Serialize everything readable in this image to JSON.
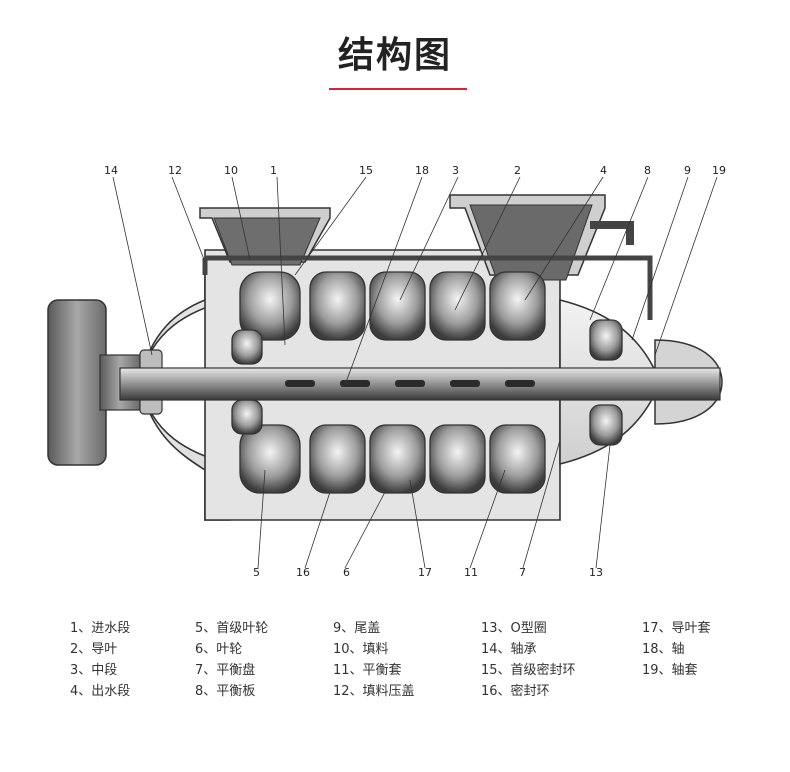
{
  "title": "结构图",
  "accent_color": "#d8223a",
  "callouts": [
    "14",
    "12",
    "10",
    "1",
    "15",
    "18",
    "3",
    "2",
    "4",
    "8",
    "9",
    "19",
    "5",
    "16",
    "6",
    "17",
    "11",
    "7",
    "13"
  ],
  "legend": [
    [
      "1、进水段",
      "2、导叶",
      "3、中段",
      "4、出水段"
    ],
    [
      "5、首级叶轮",
      "6、叶轮",
      "7、平衡盘",
      "8、平衡板"
    ],
    [
      "9、尾盖",
      "10、填料",
      "11、平衡套",
      "12、填料压盖"
    ],
    [
      "13、O型圈",
      "14、轴承",
      "15、首级密封环",
      "16、密封环"
    ],
    [
      "17、导叶套",
      "18、轴",
      "19、轴套"
    ]
  ]
}
